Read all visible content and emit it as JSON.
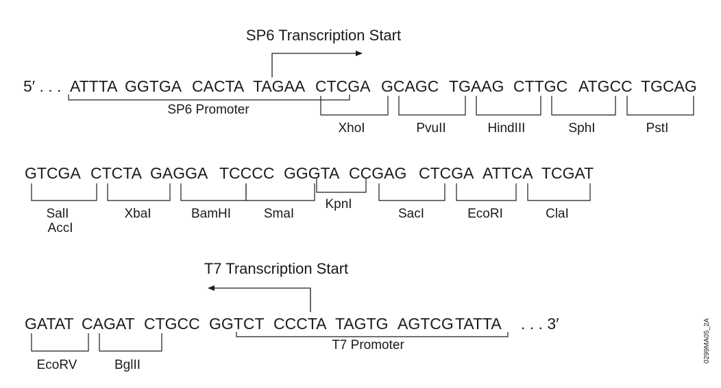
{
  "sp6_start": "SP6 Transcription Start",
  "t7_start": "T7 Transcription Start",
  "row1": {
    "prefix": "5′ . . .",
    "codons": [
      "ATTTA",
      "GGTGA",
      "CACTA",
      "TAGAA",
      "CTCGA",
      "GCAGC",
      "TGAAG",
      "CTTGC",
      "ATGCC",
      "TGCAG"
    ],
    "promoter": "SP6 Promoter",
    "sites": [
      "XhoI",
      "PvuII",
      "HindIII",
      "SphI",
      "PstI"
    ]
  },
  "row2": {
    "codons": [
      "GTCGA",
      "CTCTA",
      "GAGGA",
      "TCCCC",
      "GGGTA",
      "CCGAG",
      "CTCGA",
      "ATTCA",
      "TCGAT"
    ],
    "sites": [
      "SalI",
      "AccI",
      "XbaI",
      "BamHI",
      "SmaI",
      "KpnI",
      "SacI",
      "EcoRI",
      "ClaI"
    ]
  },
  "row3": {
    "codons": [
      "GATAT",
      "CAGAT",
      "CTGCC",
      "GGTCT",
      "CCCTA",
      "TAGTG",
      "AGTCG",
      "TATTA"
    ],
    "suffix": ". . . 3′",
    "promoter": "T7 Promoter",
    "sites": [
      "EcoRV",
      "BglII"
    ]
  },
  "figure_code": "0299MA05_2A"
}
